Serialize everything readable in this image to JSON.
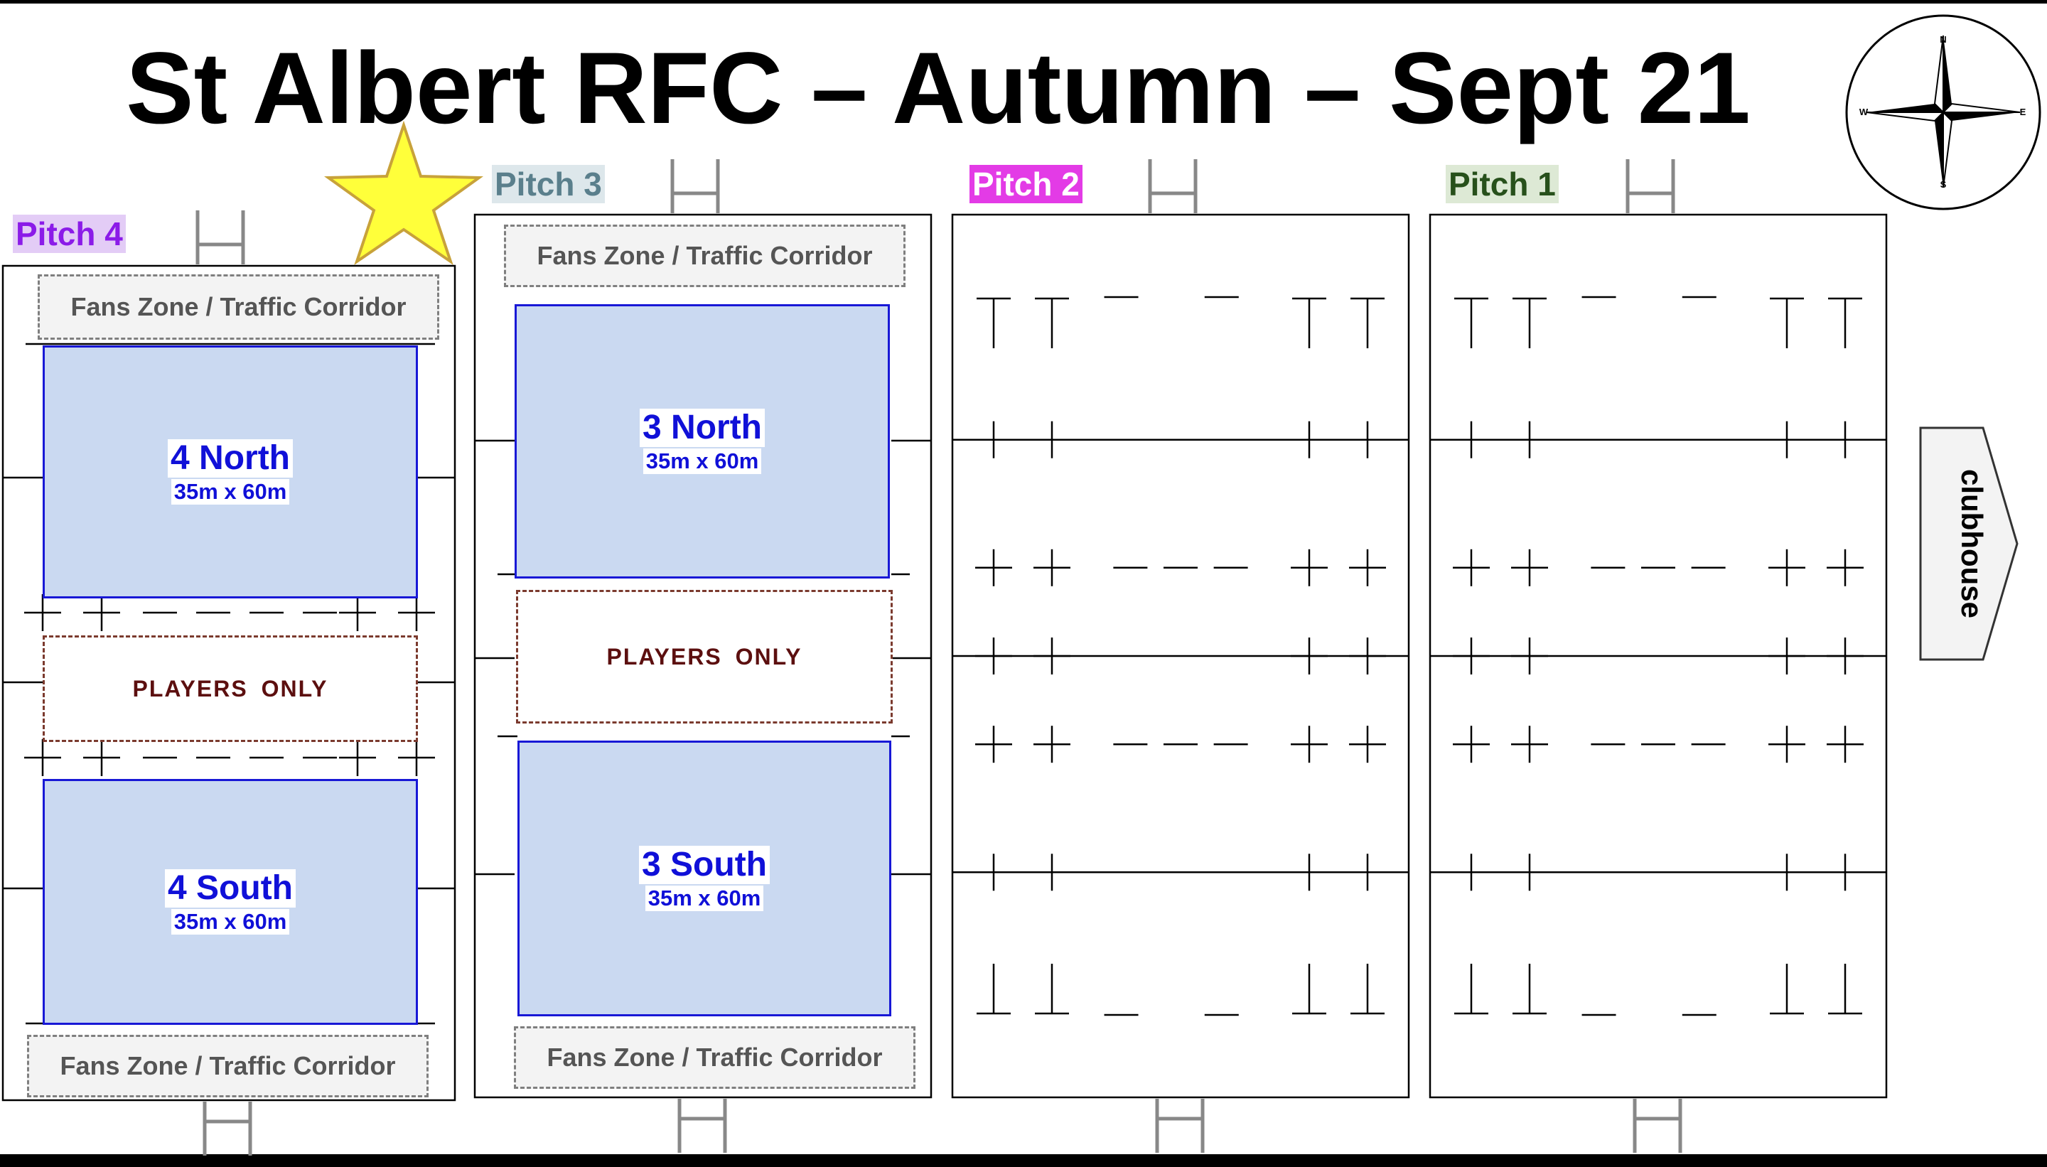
{
  "title": "St Albert RFC – Autumn – Sept 21",
  "compass": {
    "n": "N",
    "s": "S",
    "e": "E",
    "w": "W"
  },
  "pitches": [
    {
      "label": "Pitch 4",
      "color": "#8b1be8",
      "bg": "#e3ccf6"
    },
    {
      "label": "Pitch 3",
      "color": "#5a7f8c",
      "bg": "#dde7eb"
    },
    {
      "label": "Pitch 2",
      "color": "#ffffff",
      "bg": "#e33be6"
    },
    {
      "label": "Pitch 1",
      "color": "#27501b",
      "bg": "#dde9d5"
    }
  ],
  "zones": {
    "fans_corridor": "Fans Zone / Traffic Corridor",
    "players_only": "PLAYERS  ONLY"
  },
  "fields": {
    "north4": {
      "name": "4 North",
      "size": "35m x 60m"
    },
    "south4": {
      "name": "4 South",
      "size": "35m x 60m"
    },
    "north3": {
      "name": "3 North",
      "size": "35m x 60m"
    },
    "south3": {
      "name": "3 South",
      "size": "35m x 60m"
    }
  },
  "clubhouse": "clubhouse",
  "colors": {
    "field_fill": "#cad9f1",
    "field_border": "#1818d6",
    "star": "#ffff3a"
  }
}
